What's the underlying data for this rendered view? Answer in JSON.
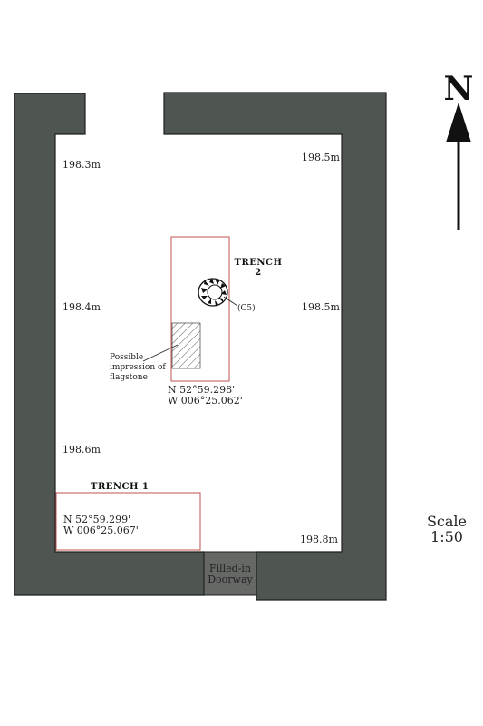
{
  "north": {
    "letter": "N"
  },
  "scale": {
    "line1": "Scale",
    "line2": "1:50"
  },
  "elevations": {
    "top_left": "198.3m",
    "top_right": "198.5m",
    "mid_left": "198.4m",
    "mid_right": "198.5m",
    "low_left": "198.6m",
    "bottom_right": "198.8m"
  },
  "trench2": {
    "title_line1": "TRENCH",
    "title_line2": "2",
    "feature_label": "(C5)",
    "note_line1": "Possible",
    "note_line2": "impression of",
    "note_line3": "flagstone",
    "coord_n": "N 52°59.298'",
    "coord_w": "W 006°25.062'"
  },
  "trench1": {
    "title": "TRENCH 1",
    "coord_n": "N 52°59.299'",
    "coord_w": "W 006°25.067'"
  },
  "doorway": {
    "line1": "Filled-in",
    "line2": "Doorway"
  },
  "colors": {
    "wall": "#4f5550",
    "wall_outline": "#1e201e",
    "door_fill": "#666866",
    "trench_outline": "#c0504d"
  }
}
